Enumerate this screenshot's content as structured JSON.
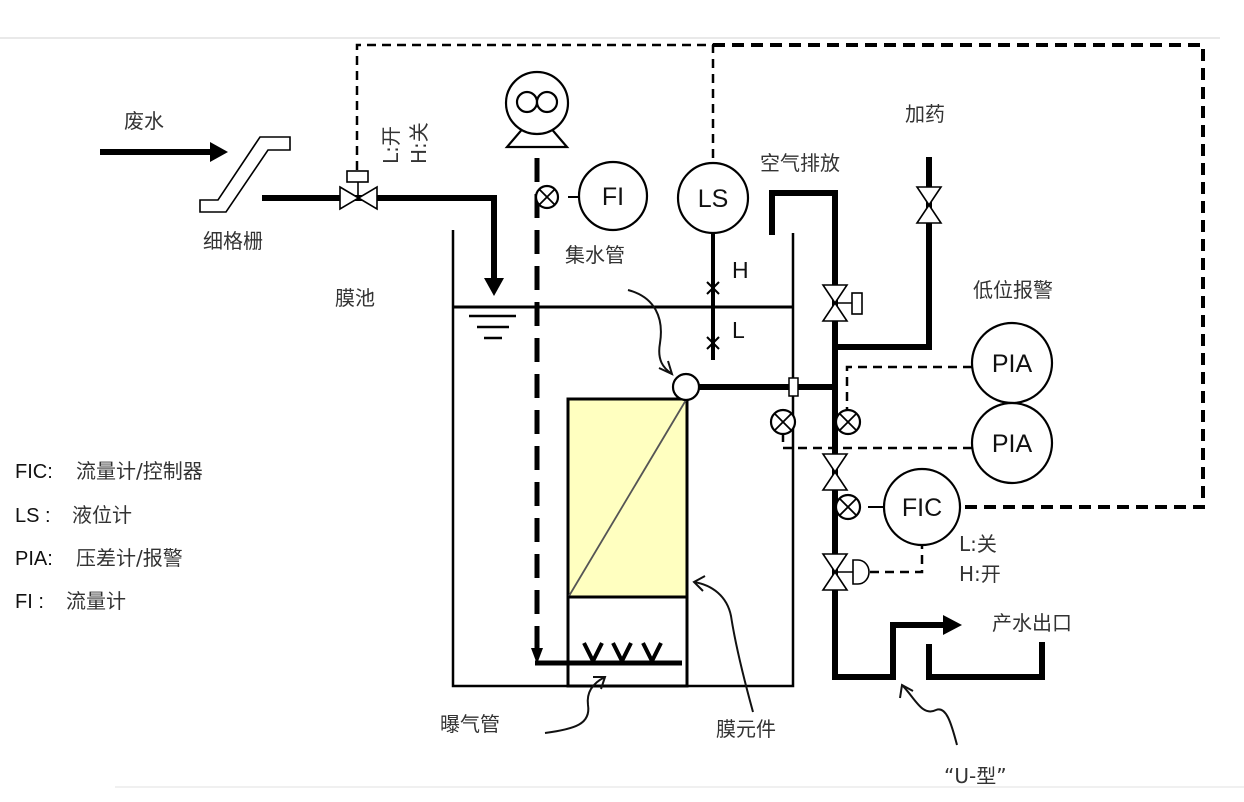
{
  "labels": {
    "wastewater": "废水",
    "fine_screen": "细格栅",
    "valve_state_low": "L:开",
    "valve_state_high": "H:关",
    "membrane_tank": "膜池",
    "collector_pipe": "集水管",
    "level_high": "H",
    "level_low": "L",
    "air_vent": "空气排放",
    "dosing": "加药",
    "low_level_alarm": "低位报警",
    "fic_low": "L:关",
    "fic_high": "H:开",
    "product_outlet": "产水出口",
    "aeration_pipe": "曝气管",
    "membrane_element": "膜元件",
    "u_trap": "“U-型”"
  },
  "instruments": {
    "fi": "FI",
    "ls": "LS",
    "pia_1": "PIA",
    "pia_2": "PIA",
    "fic": "FIC"
  },
  "legend": [
    {
      "abbr": "FIC:",
      "desc": "流量计/控制器"
    },
    {
      "abbr": "LS :",
      "desc": "液位计"
    },
    {
      "abbr": "PIA:",
      "desc": "压差计/报警"
    },
    {
      "abbr": "FI :",
      "desc": "流量计"
    }
  ],
  "colors": {
    "membrane_fill": "#FFFFC0",
    "line": "#000000",
    "separator": "#E2E2E2"
  }
}
